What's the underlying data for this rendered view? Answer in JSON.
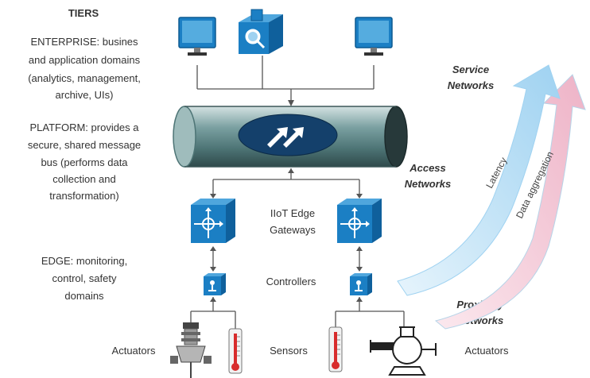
{
  "tiers": {
    "heading": "TIERS",
    "enterprise": [
      "ENTERPRISE: busines",
      "and application domains",
      "(analytics, management,",
      "archive, UIs)"
    ],
    "platform": [
      "PLATFORM: provides a",
      "secure, shared message",
      "bus (performs data",
      "collection and",
      "transformation)"
    ],
    "edge": [
      "EDGE: monitoring,",
      "control, safety",
      "domains"
    ]
  },
  "labels": {
    "gateways": [
      "IIoT Edge",
      "Gateways"
    ],
    "controllers": "Controllers",
    "actuators_left": "Actuators",
    "sensors": "Sensors",
    "actuators_right": "Actuators"
  },
  "networks": {
    "service": [
      "Service",
      "Networks"
    ],
    "access": [
      "Access",
      "Networks"
    ],
    "proximity": [
      "Proximity",
      "Networks"
    ]
  },
  "arrows": {
    "latency": "Latency",
    "aggregation": "Data aggregation"
  },
  "colors": {
    "device_blue": "#1b7fc4",
    "pipe_teal": "#5f8e8f",
    "latency_arrow": "#b9dff5",
    "aggregation_arrow": "#f3c6d5"
  }
}
